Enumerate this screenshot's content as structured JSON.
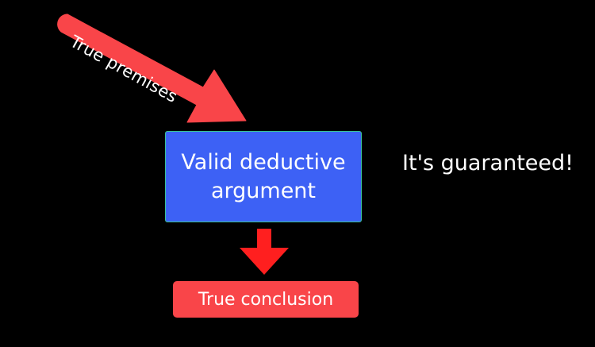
{
  "premise_arrow": {
    "label": "True premises",
    "color": "#f94549"
  },
  "argument": {
    "label": "Valid deductive argument",
    "fill_color": "#3d61f5",
    "border_color": "#39c39a"
  },
  "side_note": {
    "text": "It's guaranteed!"
  },
  "down_arrow": {
    "color": "#ff1f1f"
  },
  "conclusion": {
    "label": "True conclusion",
    "color": "#f94549"
  }
}
